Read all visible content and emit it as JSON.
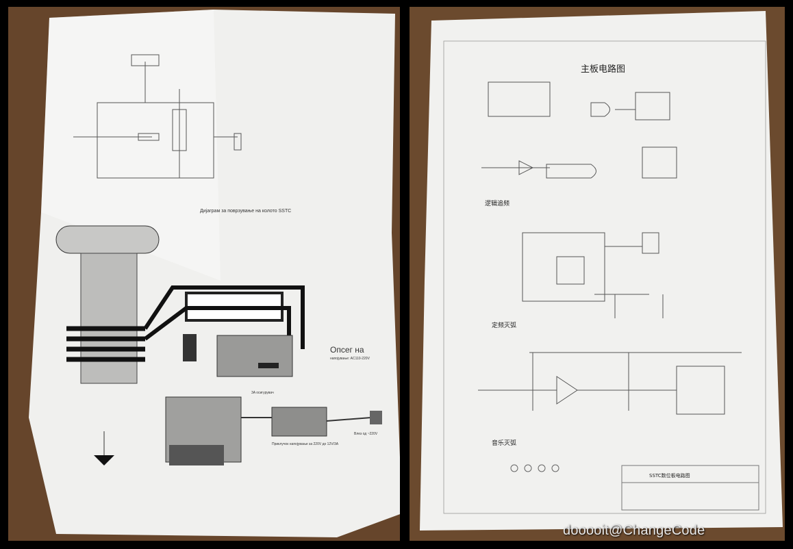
{
  "photo": {
    "background": "#6b4a2e",
    "paper": "#f1f1ef",
    "ink": "#3a3a3a"
  },
  "left_sheet": {
    "title": "Дијаграм за поврзување на колото SSTC",
    "box_labels": {
      "power_supply": "Приклучок напојување за 220V до 12V/3A",
      "input": "Влез од ~220V",
      "range": "Опсег на",
      "range_sub": "напојување: AC110-220V",
      "ground": "3A осигурувач"
    }
  },
  "right_sheet": {
    "title": "主板电路图",
    "section_logic": "逻辑追频",
    "section_fixed": "定频灭弧",
    "section_music": "音乐灭弧",
    "title_block": "SSTC数位板电路图"
  },
  "watermark": "dooooit@ChangeCode"
}
